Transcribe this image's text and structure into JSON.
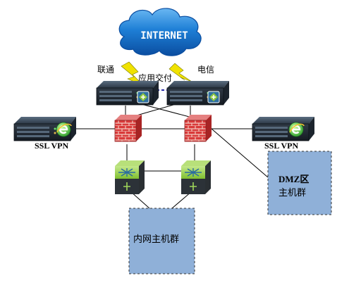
{
  "cloud": {
    "label": "INTERNET"
  },
  "links": {
    "isp_left": "联通",
    "isp_right": "电信",
    "adc": "应用交付"
  },
  "vpn": {
    "left": "SSL VPN",
    "right": "SSL VPN"
  },
  "zones": {
    "dmz_line1": "DMZ区",
    "dmz_line2": "主机群",
    "intranet": "内网主机群"
  },
  "colors": {
    "cloud": "#1e7fd6",
    "lightning": "#f0e200",
    "firewall": "#d93a3a",
    "switch": "#8cc63f",
    "zone_fill": "#8fb0d8",
    "lines": "#000000",
    "dashed_link": "#2a2aa8"
  },
  "icons": [
    "cloud-icon",
    "lightning-icon",
    "server-icon",
    "ie-logo-icon",
    "firewall-icon",
    "switch-icon"
  ]
}
